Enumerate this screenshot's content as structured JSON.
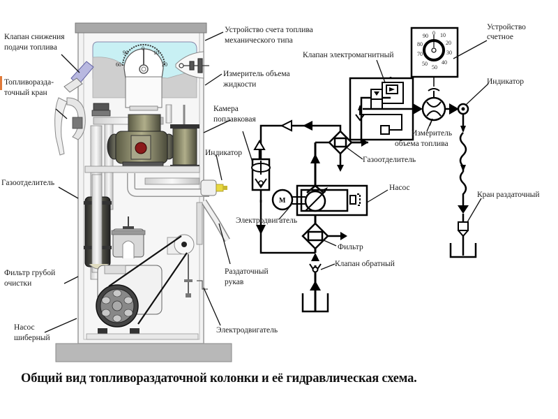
{
  "caption": "Общий вид топливораздаточной колонки и её гидравлическая схема.",
  "dispenser_labels": {
    "valve_reduce_1": "Клапан снижения",
    "valve_reduce_2": "подачи топлива",
    "nozzle_1": "Топливоразда-",
    "nozzle_2": "точный кран",
    "gas_separator": "Газоотделитель",
    "coarse_filter_1": "Фильтр грубой",
    "coarse_filter_2": "очистки",
    "vane_pump_1": "Насос",
    "vane_pump_2": "шиберный",
    "counter_mech_1": "Устройство счета топлива",
    "counter_mech_2": "механического типа",
    "volume_meter_1": "Измеритель объема",
    "volume_meter_2": "жидкости",
    "float_chamber_1": "Камера",
    "float_chamber_2": "поплавковая",
    "indicator": "Индикатор",
    "hose_1": "Раздаточный",
    "hose_2": "рукав",
    "motor": "Электродвигатель"
  },
  "scheme_labels": {
    "counter_1": "Устройство",
    "counter_2": "счетное",
    "solenoid_valve": "Клапан электромагнитный",
    "indicator": "Индикатор",
    "fuel_meter_1": "Измеритель",
    "fuel_meter_2": "объема топлива",
    "gas_separator": "Газоотделитель",
    "pump": "Насос",
    "motor": "Электродвигатель",
    "filter": "Фильтр",
    "check_valve": "Клапан обратный",
    "nozzle_valve": "Кран раздаточный",
    "motor_symbol": "M"
  },
  "dial_numbers": {
    "mechanical": [
      "90",
      "0",
      "10",
      "20",
      "60"
    ],
    "counter": [
      "0",
      "10",
      "20",
      "30",
      "40",
      "50",
      "50",
      "70",
      "80",
      "90"
    ]
  },
  "colors": {
    "screen_bg": "#c8f0f4",
    "cabinet": "#f2f2f2",
    "cabinet_top": "#a8a8a8",
    "base": "#b8b8b8",
    "pump_body": "#8a8a74",
    "red_port": "#8b1a1a",
    "nozzle_blue": "#8080c0",
    "indicator_yellow": "#e8d840",
    "scheme_line": "#000000",
    "accent_mark": "#e07a3a"
  }
}
